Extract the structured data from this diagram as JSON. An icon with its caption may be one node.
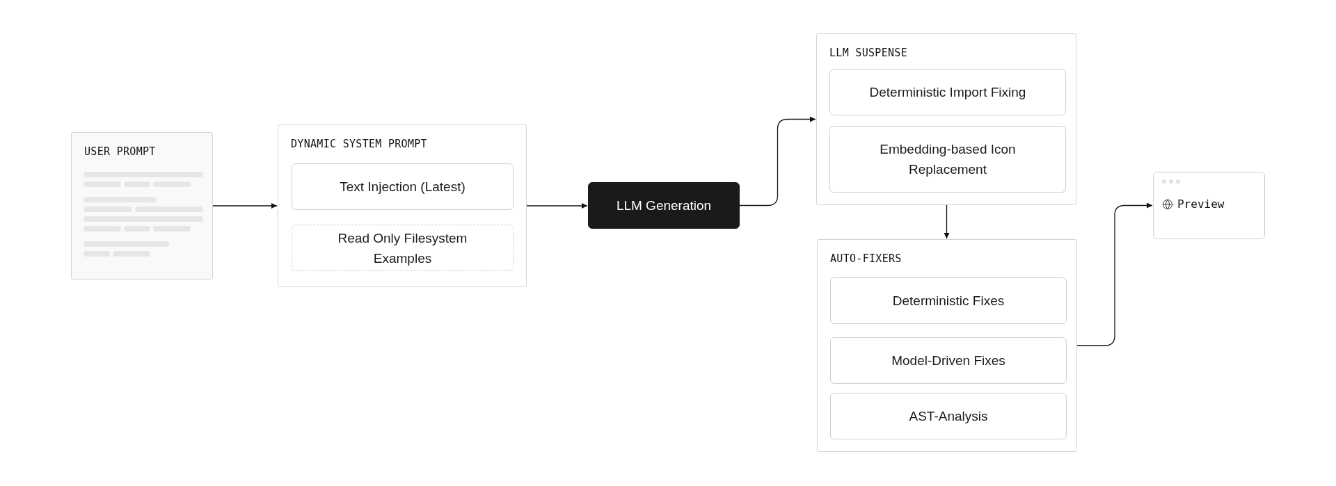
{
  "diagram": {
    "nodes": [
      {
        "text": [
          "USER PROMPT"
        ]
      },
      {
        "text": [
          "DYNAMIC SYSTEM PROMPT"
        ]
      },
      {
        "text": [
          "Text Injection (Latest)"
        ],
        "in": 1
      },
      {
        "text": [
          "Read Only Filesystem Examples"
        ],
        "in": 1
      },
      {
        "text": [
          "LLM Generation"
        ]
      },
      {
        "text": [
          "LLM SUSPENSE"
        ]
      },
      {
        "text": [
          "Deterministic Import Fixing"
        ],
        "in": 5
      },
      {
        "text": [
          "Embedding-based Icon Replacement"
        ],
        "in": 5
      },
      {
        "text": [
          "AUTO-FIXERS"
        ]
      },
      {
        "text": [
          "Deterministic Fixes"
        ],
        "in": 8
      },
      {
        "text": [
          "Model-Driven Fixes"
        ],
        "in": 8
      },
      {
        "text": [
          "AST-Analysis"
        ],
        "in": 8
      },
      {
        "text": [
          "Preview"
        ]
      }
    ],
    "edges": [
      {
        "from": 0,
        "to": 1,
        "arrow": "to"
      },
      {
        "from": 1,
        "to": 4,
        "arrow": "to"
      },
      {
        "from": 4,
        "to": 5,
        "arrow": "to"
      },
      {
        "from": 5,
        "to": 8,
        "arrow": "to"
      },
      {
        "from": 8,
        "to": 12,
        "arrow": "to"
      }
    ]
  }
}
